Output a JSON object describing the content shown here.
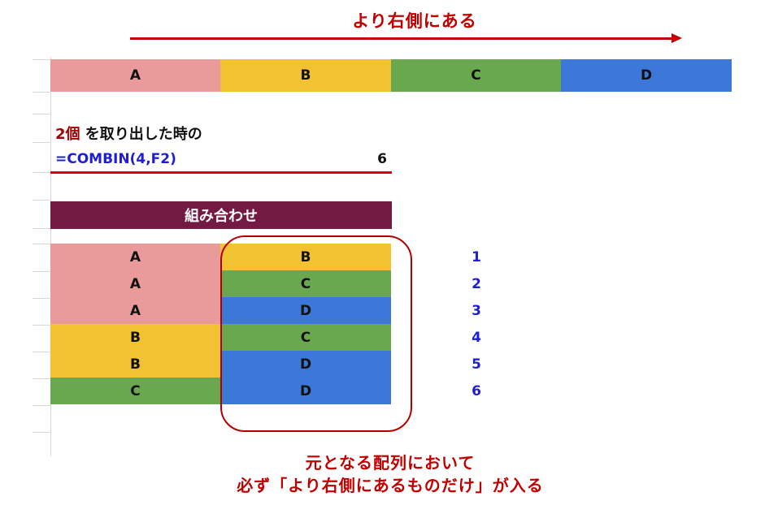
{
  "top_annotation": "より右側にある",
  "header_row": [
    {
      "label": "A",
      "color": "#e99a9a"
    },
    {
      "label": "B",
      "color": "#f1c232"
    },
    {
      "label": "C",
      "color": "#6aa84f"
    },
    {
      "label": "D",
      "color": "#3c78d8"
    }
  ],
  "description": {
    "count": "2個",
    "text": " を取り出した時の"
  },
  "formula": {
    "expression": "=COMBIN(4,F2)",
    "result": "6"
  },
  "combinations_header": "組み合わせ",
  "combinations": [
    {
      "first": "A",
      "second": "B",
      "index": "1"
    },
    {
      "first": "A",
      "second": "C",
      "index": "2"
    },
    {
      "first": "A",
      "second": "D",
      "index": "3"
    },
    {
      "first": "B",
      "second": "C",
      "index": "4"
    },
    {
      "first": "B",
      "second": "D",
      "index": "5"
    },
    {
      "first": "C",
      "second": "D",
      "index": "6"
    }
  ],
  "bottom_note": {
    "line1": "元となる配列において",
    "line2": "必ず「より右側にあるものだけ」が入る"
  },
  "colors": {
    "A": "#e99a9a",
    "B": "#f1c232",
    "C": "#6aa84f",
    "D": "#3c78d8",
    "accent_red": "#c00000",
    "combo_header_bg": "#731a42",
    "index_blue": "#1f1fd1"
  }
}
